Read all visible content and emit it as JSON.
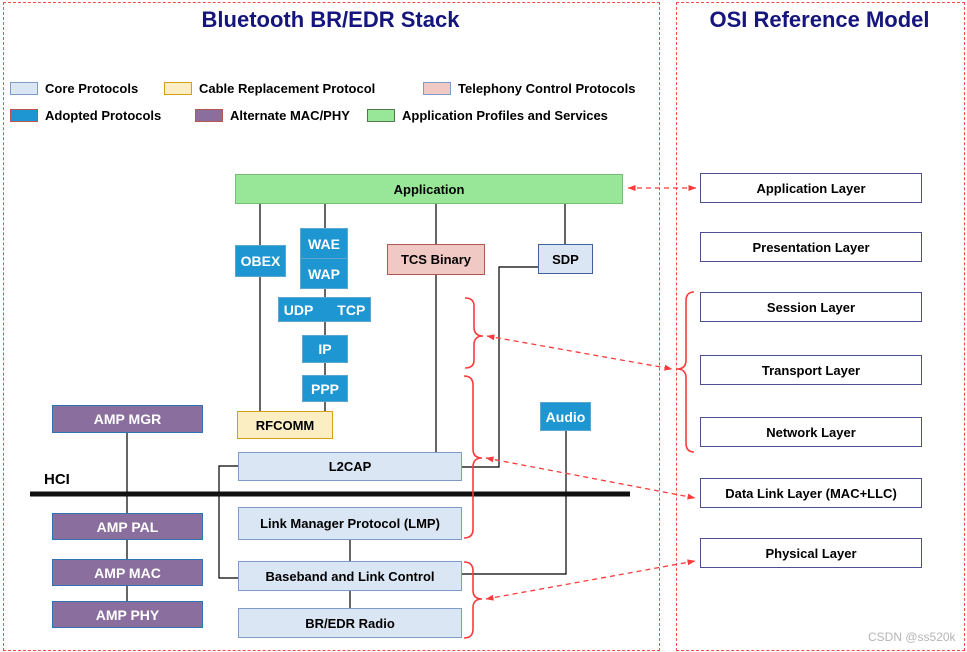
{
  "left_panel": {
    "title": "Bluetooth BR/EDR Stack",
    "legend": {
      "items": [
        {
          "label": "Core Protocols",
          "fill": "#dbe6f4",
          "border": "#7f9cc9"
        },
        {
          "label": "Cable Replacement Protocol",
          "fill": "#fbeec3",
          "border": "#d4a017"
        },
        {
          "label": "Telephony Control Protocols",
          "fill": "#f0c8c4",
          "border": "#7f9cc9"
        },
        {
          "label": "Adopted Protocols",
          "fill": "#1e96d2",
          "border": "#bd554f"
        },
        {
          "label": "Alternate MAC/PHY",
          "fill": "#8a6e9e",
          "border": "#bd554f"
        },
        {
          "label": "Application Profiles and Services",
          "fill": "#98e698",
          "border": "#4e7a4e"
        }
      ]
    },
    "boxes": {
      "application": "Application",
      "obex": "OBEX",
      "wae": "WAE",
      "wap": "WAP",
      "tcs_binary": "TCS Binary",
      "sdp": "SDP",
      "udp": "UDP",
      "tcp": "TCP",
      "ip": "IP",
      "ppp": "PPP",
      "amp_mgr": "AMP MGR",
      "rfcomm": "RFCOMM",
      "audio": "Audio",
      "l2cap": "L2CAP",
      "hci": "HCI",
      "amp_pal": "AMP PAL",
      "lmp": "Link Manager Protocol (LMP)",
      "amp_mac": "AMP MAC",
      "baseband": "Baseband and Link Control",
      "amp_phy": "AMP PHY",
      "radio": "BR/EDR Radio"
    }
  },
  "right_panel": {
    "title": "OSI Reference Model",
    "layers": [
      {
        "label": "Application Layer"
      },
      {
        "label": "Presentation Layer"
      },
      {
        "label": "Session Layer"
      },
      {
        "label": "Transport Layer"
      },
      {
        "label": "Network Layer"
      },
      {
        "label": "Data Link Layer (MAC+LLC)"
      },
      {
        "label": "Physical Layer"
      }
    ]
  },
  "watermark": "CSDN @ss520k",
  "colors": {
    "accent_red": "#fb3b3b",
    "title_navy": "#15157d",
    "core_fill": "#dbe6f4",
    "adopted_fill": "#1e96d2",
    "cable_fill": "#fbeec3",
    "telephony_fill": "#f0c8c4",
    "alternate_fill": "#8a6e9e",
    "profiles_fill": "#98e698",
    "osi_border": "#4d4d91"
  }
}
